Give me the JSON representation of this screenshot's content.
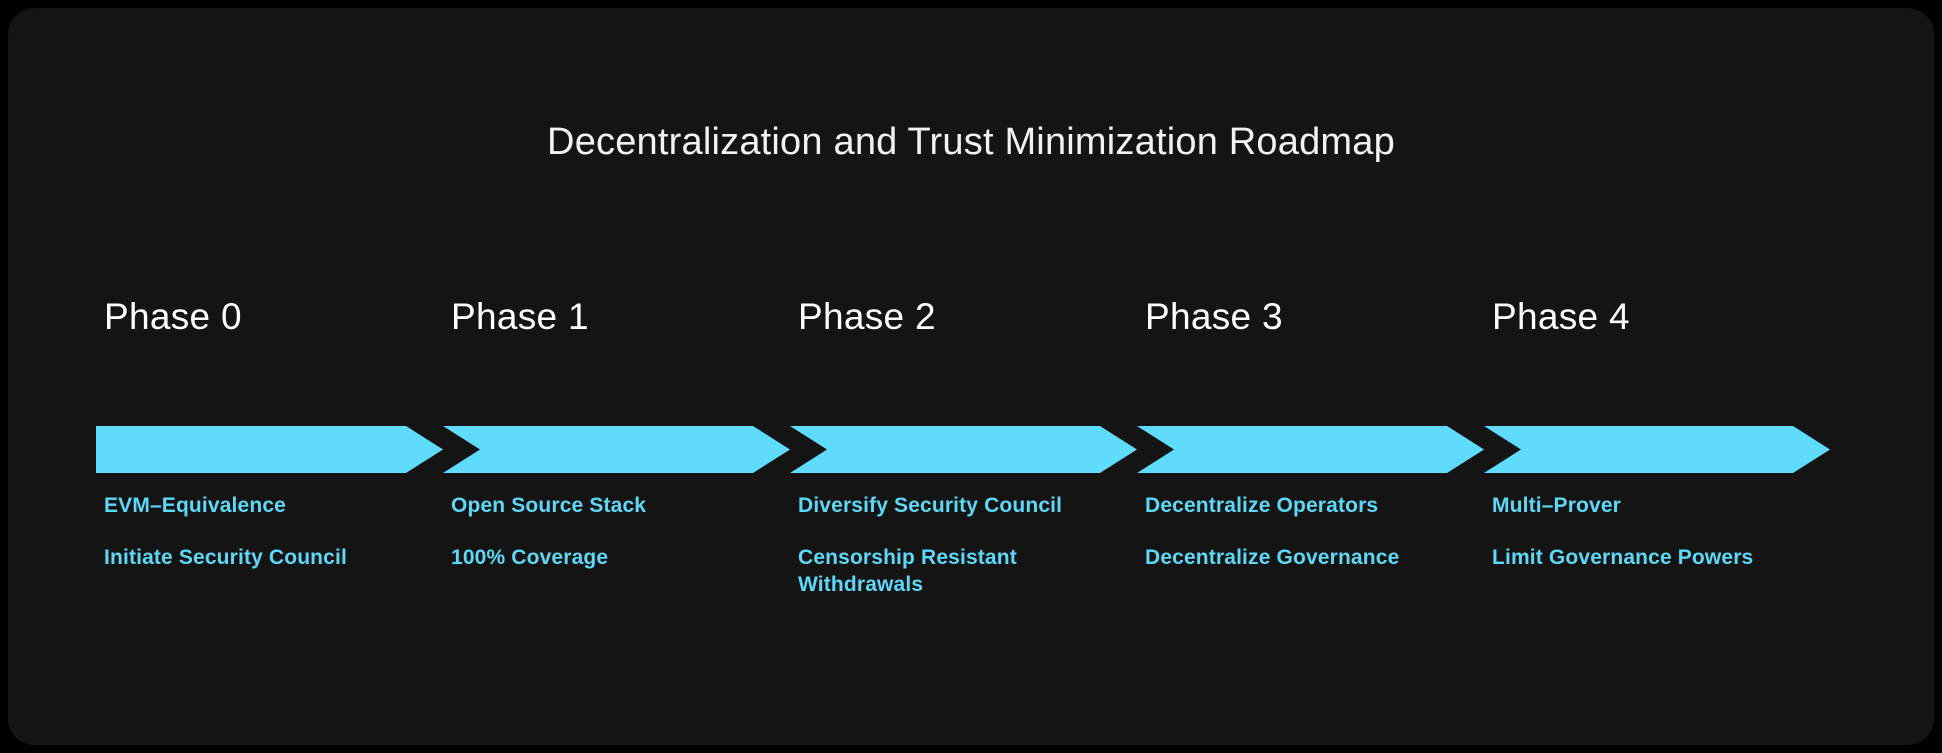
{
  "card": {
    "title": "Decentralization and Trust Minimization Roadmap",
    "background_color": "#141414",
    "page_background_color": "#000000"
  },
  "theme": {
    "accent_color": "#5ed8f7",
    "arrow_color": "#5fdbfc",
    "title_color": "#f2f2f2",
    "phase_label_color": "#ffffff"
  },
  "chart_data": {
    "type": "diagram",
    "subtype": "chevron-roadmap",
    "title": "Decentralization and Trust Minimization Roadmap",
    "direction": "left-to-right",
    "segment_count": 5,
    "categories": [
      "Phase 0",
      "Phase 1",
      "Phase 2",
      "Phase 3",
      "Phase 4"
    ],
    "phases": [
      {
        "label": "Phase 0",
        "items": [
          "EVM–Equivalence",
          "Initiate Security Council"
        ]
      },
      {
        "label": "Phase 1",
        "items": [
          "Open Source Stack",
          "100% Coverage"
        ]
      },
      {
        "label": "Phase 2",
        "items": [
          "Diversify Security Council",
          "Censorship Resistant Withdrawals"
        ]
      },
      {
        "label": "Phase 3",
        "items": [
          "Decentralize Operators",
          "Decentralize Governance"
        ]
      },
      {
        "label": "Phase 4",
        "items": [
          "Multi–Prover",
          "Limit Governance Powers"
        ]
      }
    ]
  }
}
